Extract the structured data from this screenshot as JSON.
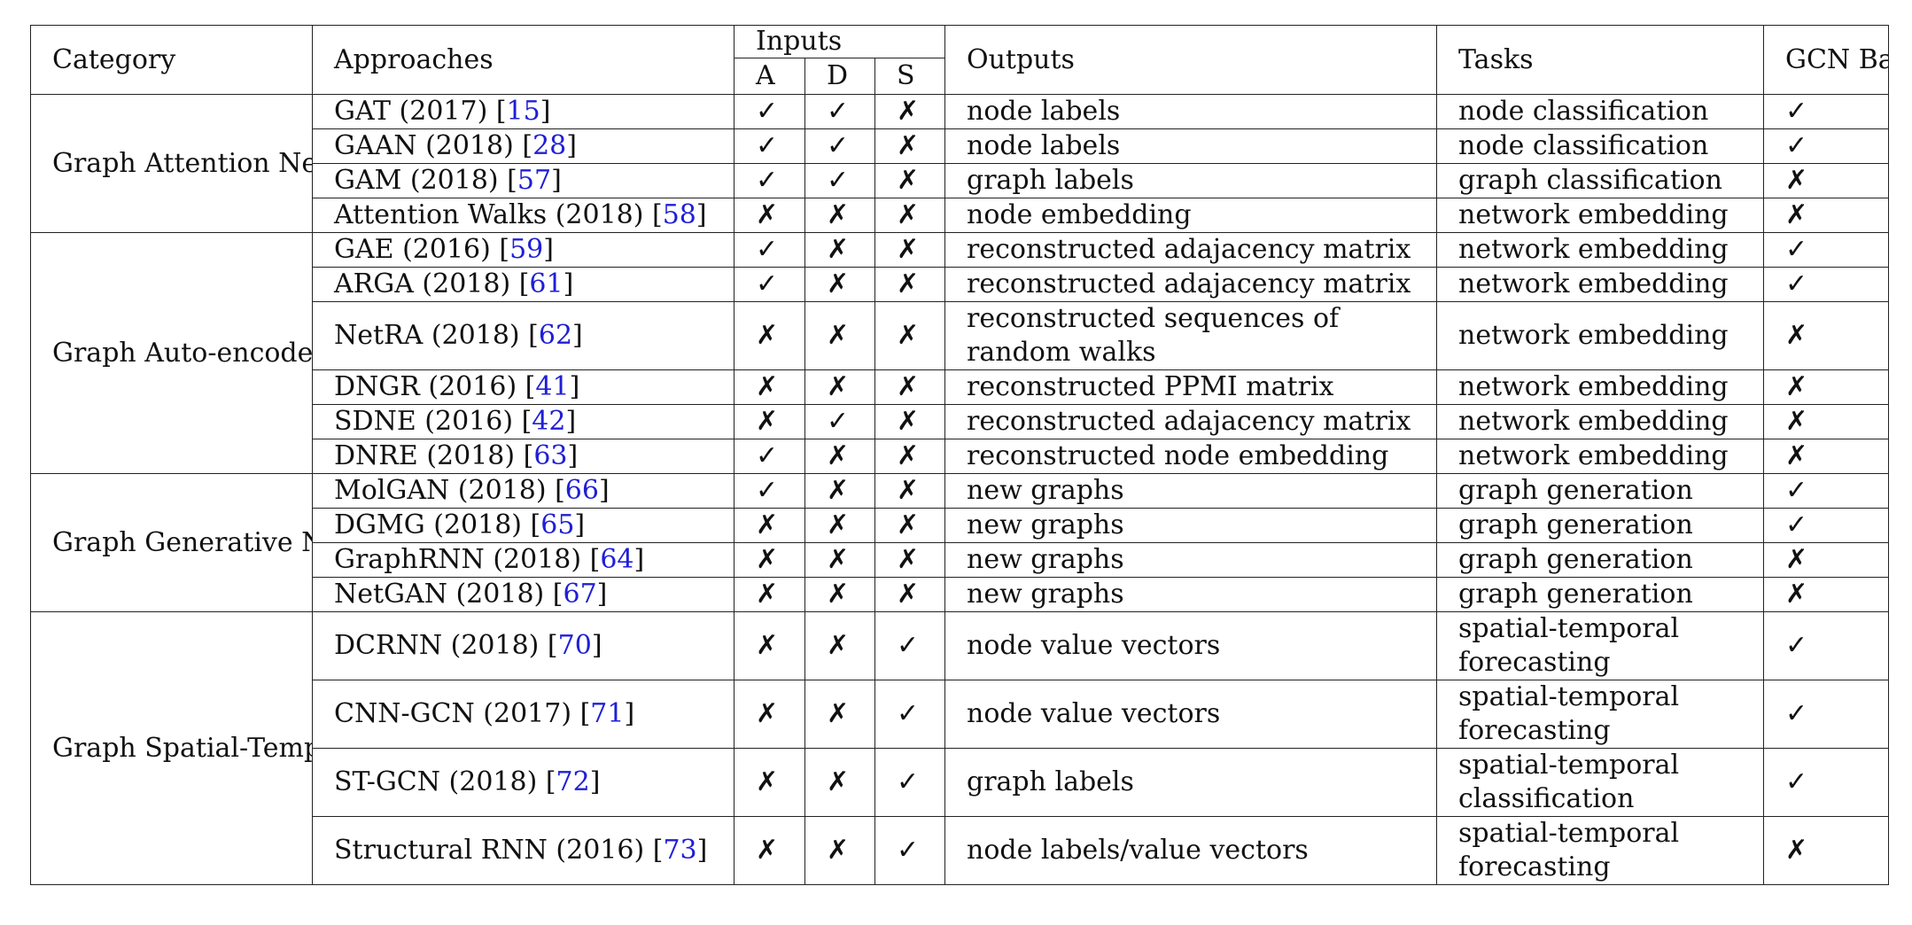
{
  "headers": {
    "category": "Category",
    "approaches": "Approaches",
    "inputs": "Inputs",
    "inputs_sub": [
      "A",
      "D",
      "S"
    ],
    "outputs": "Outputs",
    "tasks": "Tasks",
    "gcn_based": "GCN Based"
  },
  "marks": {
    "yes": "✓",
    "no": "✗"
  },
  "groups": [
    {
      "category": "Graph Attention Networks",
      "rows": [
        {
          "name": "GAT (2017) [",
          "ref": "15",
          "close": "]",
          "a": "✓",
          "d": "✓",
          "s": "✗",
          "output": "node labels",
          "task": "node classification",
          "gcn": "✓"
        },
        {
          "name": "GAAN (2018) [",
          "ref": "28",
          "close": "]",
          "a": "✓",
          "d": "✓",
          "s": "✗",
          "output": "node labels",
          "task": "node classification",
          "gcn": "✓"
        },
        {
          "name": "GAM (2018) [",
          "ref": "57",
          "close": "]",
          "a": "✓",
          "d": "✓",
          "s": "✗",
          "output": "graph labels",
          "task": "graph classification",
          "gcn": "✗"
        },
        {
          "name": "Attention Walks (2018) [",
          "ref": "58",
          "close": "]",
          "a": "✗",
          "d": "✗",
          "s": "✗",
          "output": "node embedding",
          "task": "network embedding",
          "gcn": "✗"
        }
      ]
    },
    {
      "category": "Graph Auto-encoder",
      "rows": [
        {
          "name": "GAE (2016) [",
          "ref": "59",
          "close": "]",
          "a": "✓",
          "d": "✗",
          "s": "✗",
          "output": "reconstructed adajacency matrix",
          "task": "network embedding",
          "gcn": "✓"
        },
        {
          "name": "ARGA (2018) [",
          "ref": "61",
          "close": "]",
          "a": "✓",
          "d": "✗",
          "s": "✗",
          "output": "reconstructed adajacency matrix",
          "task": "network embedding",
          "gcn": "✓"
        },
        {
          "name": "NetRA (2018) [",
          "ref": "62",
          "close": "]",
          "a": "✗",
          "d": "✗",
          "s": "✗",
          "output": "reconstructed sequences of random walks",
          "task": "network embedding",
          "gcn": "✗"
        },
        {
          "name": "DNGR (2016) [",
          "ref": "41",
          "close": "]",
          "a": "✗",
          "d": "✗",
          "s": "✗",
          "output": "reconstructed PPMI matrix",
          "task": "network embedding",
          "gcn": "✗"
        },
        {
          "name": "SDNE (2016) [",
          "ref": "42",
          "close": "]",
          "a": "✗",
          "d": "✓",
          "s": "✗",
          "output": "reconstructed adajacency matrix",
          "task": "network embedding",
          "gcn": "✗"
        },
        {
          "name": "DNRE (2018) [",
          "ref": "63",
          "close": "]",
          "a": "✓",
          "d": "✗",
          "s": "✗",
          "output": "reconstructed node embedding",
          "task": "network embedding",
          "gcn": "✗"
        }
      ]
    },
    {
      "category": "Graph Generative Networks",
      "rows": [
        {
          "name": "MolGAN (2018) [",
          "ref": "66",
          "close": "]",
          "a": "✓",
          "d": "✗",
          "s": "✗",
          "output": "new graphs",
          "task": "graph generation",
          "gcn": "✓"
        },
        {
          "name": "DGMG (2018) [",
          "ref": "65",
          "close": "]",
          "a": "✗",
          "d": "✗",
          "s": "✗",
          "output": "new graphs",
          "task": "graph generation",
          "gcn": "✓"
        },
        {
          "name": "GraphRNN (2018) [",
          "ref": "64",
          "close": "]",
          "a": "✗",
          "d": "✗",
          "s": "✗",
          "output": "new graphs",
          "task": "graph generation",
          "gcn": "✗"
        },
        {
          "name": "NetGAN (2018) [",
          "ref": "67",
          "close": "]",
          "a": "✗",
          "d": "✗",
          "s": "✗",
          "output": "new graphs",
          "task": "graph generation",
          "gcn": "✗"
        }
      ]
    },
    {
      "category": "Graph Spatial-Temporal Networks",
      "rows": [
        {
          "name": "DCRNN (2018) [",
          "ref": "70",
          "close": "]",
          "a": "✗",
          "d": "✗",
          "s": "✓",
          "output": "node value vectors",
          "task": "spatial-temporal forecasting",
          "gcn": "✓"
        },
        {
          "name": "CNN-GCN (2017) [",
          "ref": "71",
          "close": "]",
          "a": "✗",
          "d": "✗",
          "s": "✓",
          "output": "node value vectors",
          "task": "spatial-temporal forecasting",
          "gcn": "✓"
        },
        {
          "name": "ST-GCN (2018) [",
          "ref": "72",
          "close": "]",
          "a": "✗",
          "d": "✗",
          "s": "✓",
          "output": "graph labels",
          "task": "spatial-temporal classification",
          "gcn": "✓"
        },
        {
          "name": "Structural RNN (2016) [",
          "ref": "73",
          "close": "]",
          "a": "✗",
          "d": "✗",
          "s": "✓",
          "output": "node labels/value vectors",
          "task": "spatial-temporal forecasting",
          "gcn": "✗"
        }
      ]
    }
  ]
}
